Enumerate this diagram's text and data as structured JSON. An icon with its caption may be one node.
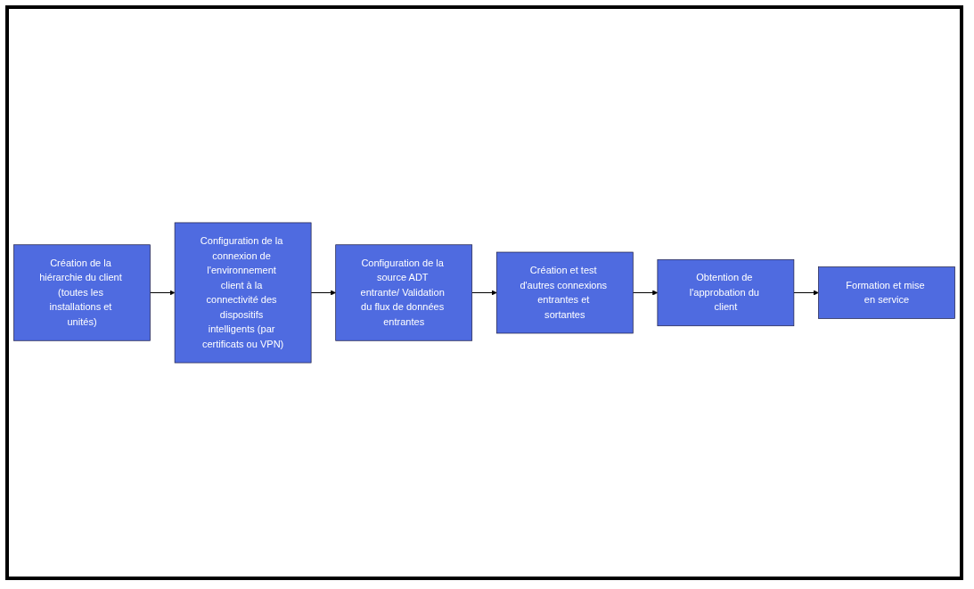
{
  "diagram": {
    "nodes": [
      {
        "text": [
          "Création de la hiérarchie du client (toutes les installations et unités)"
        ]
      },
      {
        "text": [
          "Configuration de la connexion de l'environnement client à la connectivité des dispositifs intelligents (par certificats ou VPN)"
        ]
      },
      {
        "text": [
          "Configuration de la source ADT entrante/ Validation du flux de données entrantes"
        ]
      },
      {
        "text": [
          "Création et test d'autres connexions entrantes et sortantes"
        ]
      },
      {
        "text": [
          "Obtention de l'approbation du client"
        ]
      },
      {
        "text": [
          "Formation et mise en service"
        ]
      }
    ],
    "edges": [
      {
        "from": 0,
        "to": 1,
        "arrow": "to"
      },
      {
        "from": 1,
        "to": 2,
        "arrow": "to"
      },
      {
        "from": 2,
        "to": 3,
        "arrow": "to"
      },
      {
        "from": 3,
        "to": 4,
        "arrow": "to"
      },
      {
        "from": 4,
        "to": 5,
        "arrow": "to"
      }
    ]
  }
}
